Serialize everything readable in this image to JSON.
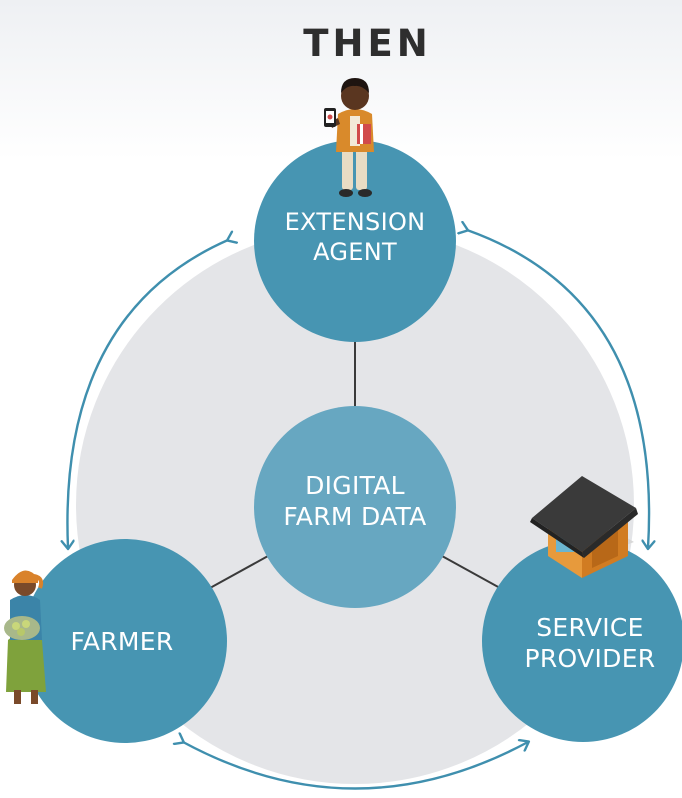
{
  "title": "THEN",
  "nodes": {
    "extension_agent": {
      "line1": "EXTENSION",
      "line2": "AGENT"
    },
    "digital_farm_data": {
      "line1": "DIGITAL",
      "line2": "FARM DATA"
    },
    "farmer": {
      "line1": "FARMER"
    },
    "service_provider": {
      "line1": "SERVICE",
      "line2": "PROVIDER"
    }
  },
  "colors": {
    "node_fill": "#4795b2",
    "center_fill": "#67a7c1",
    "ring_fill": "#e4e5e8",
    "arrow_stroke": "#3f8fae",
    "connector": "#3a3a3a",
    "title": "#2e2e2e"
  },
  "icons": [
    "person-with-phone-icon",
    "farmer-woman-icon",
    "shop-building-icon"
  ]
}
